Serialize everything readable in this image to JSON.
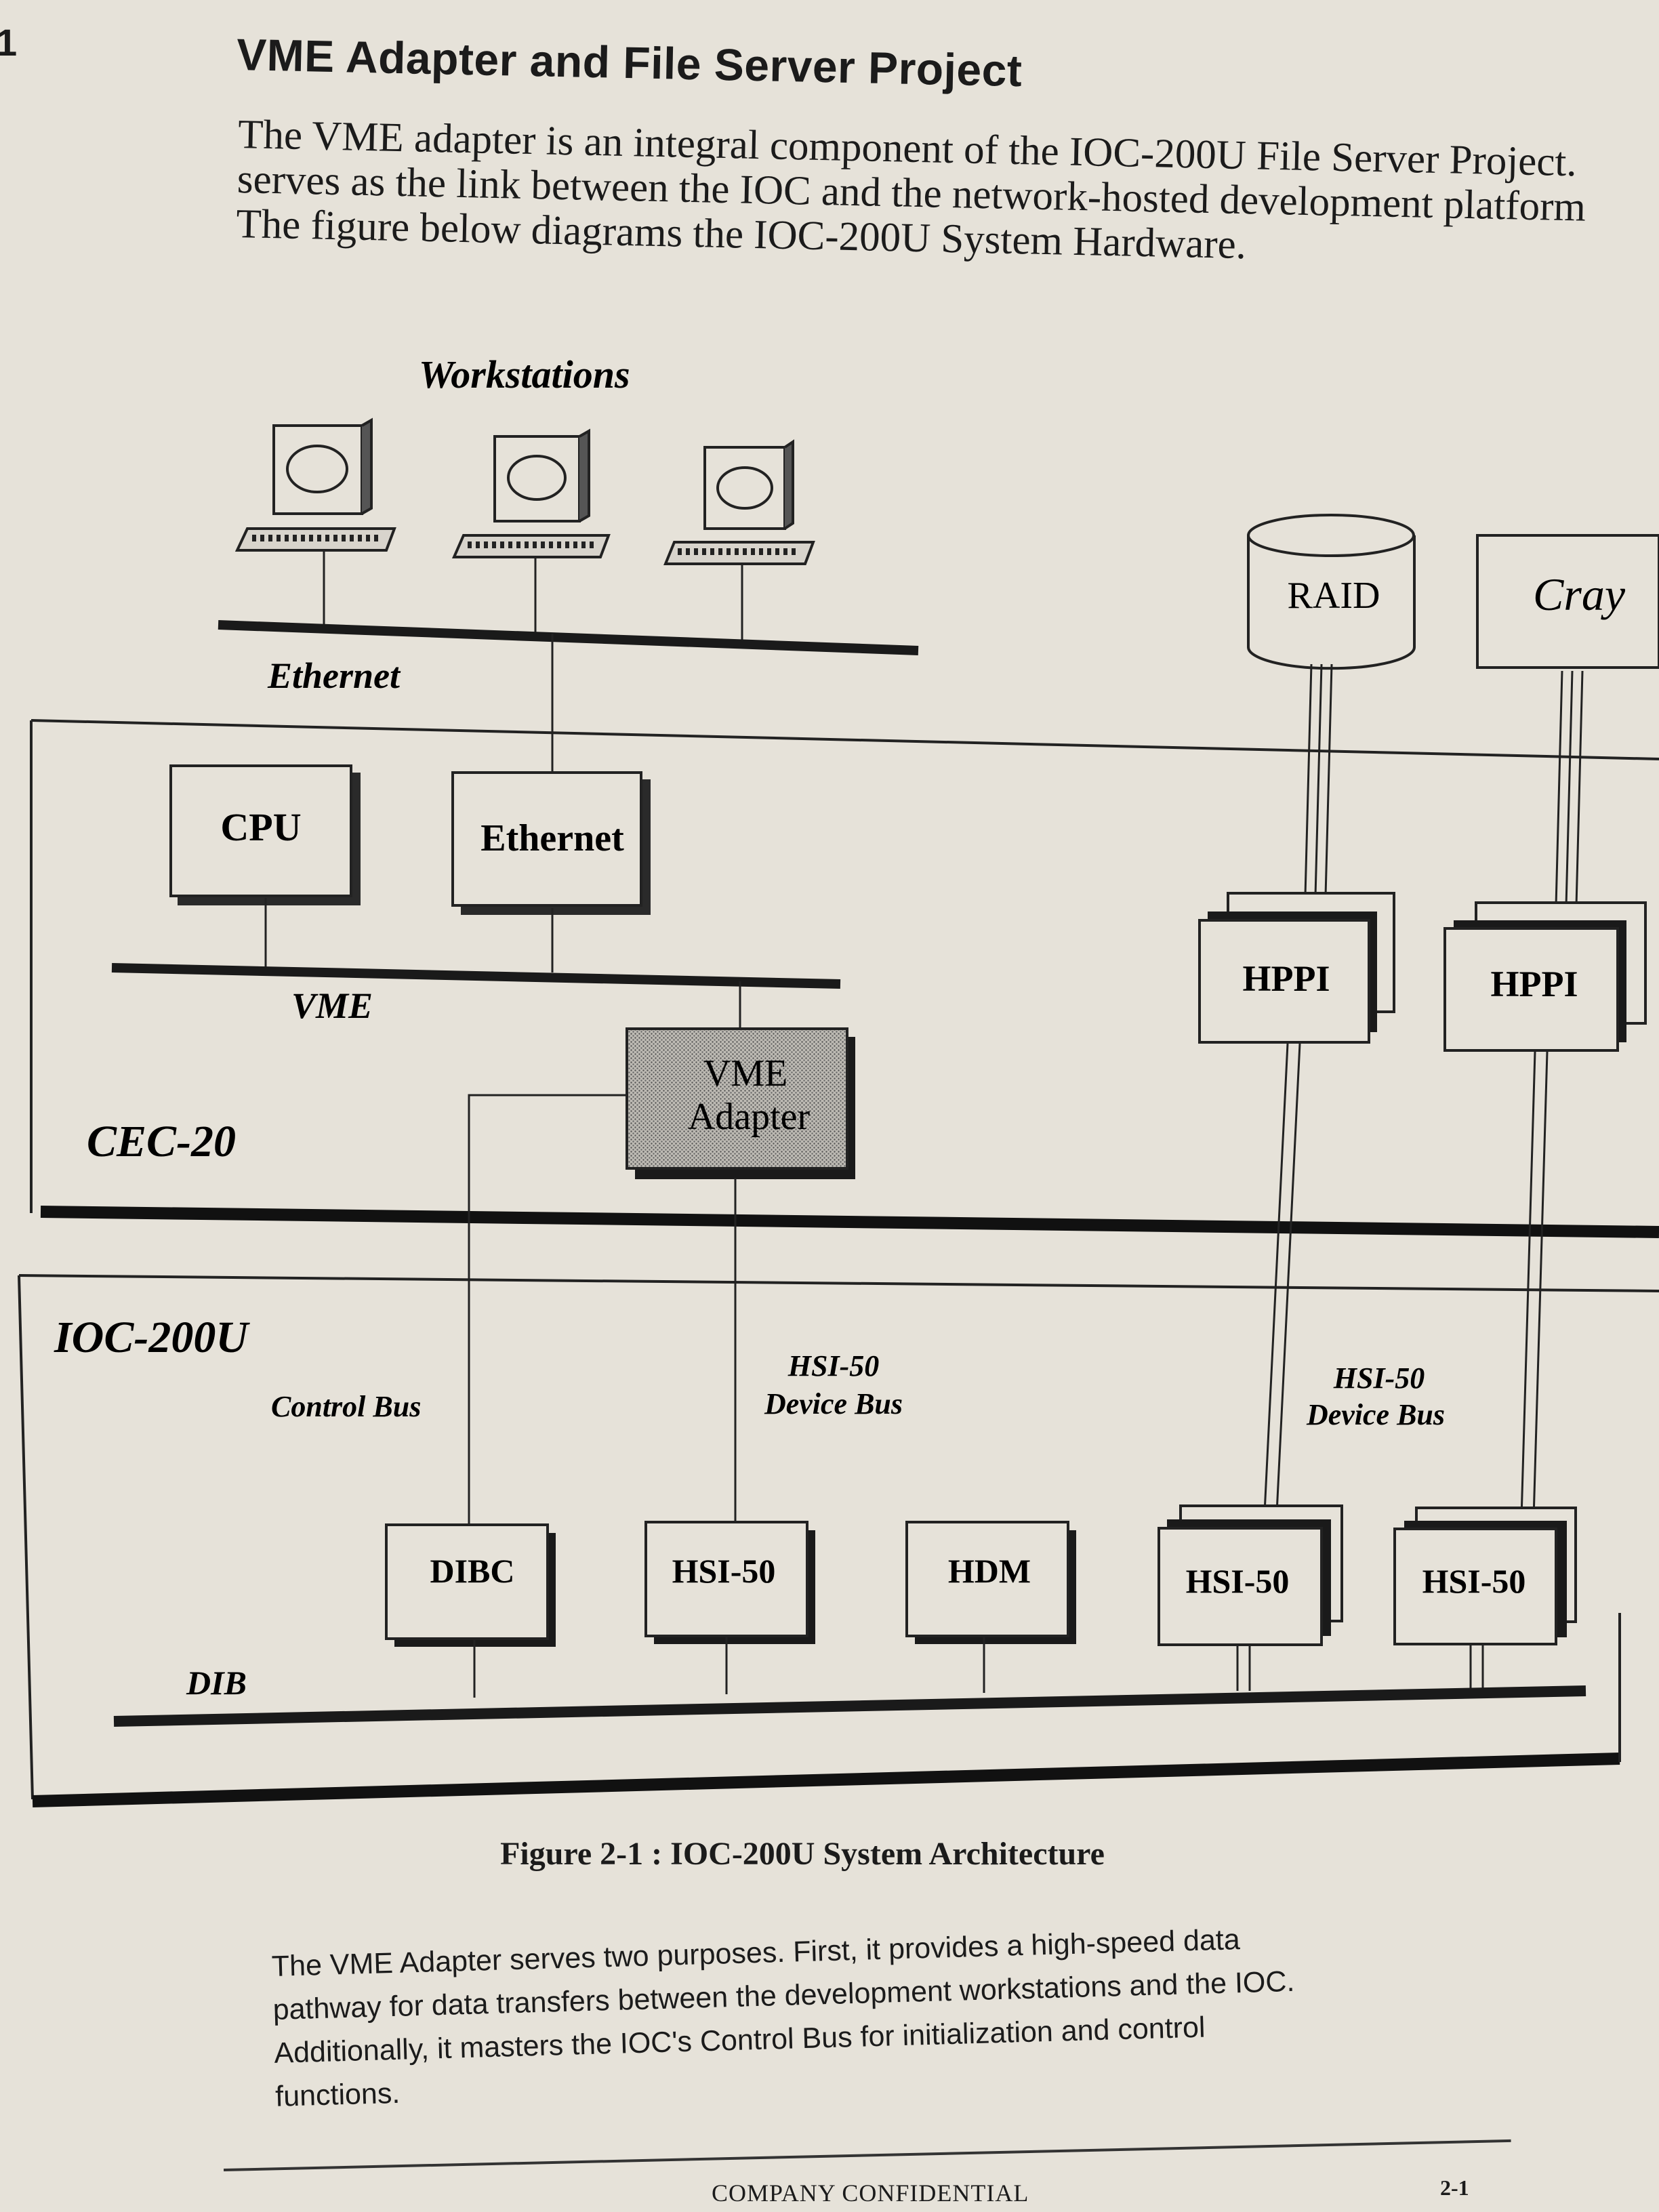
{
  "page": {
    "section_number": "1",
    "heading": "VME Adapter and File Server Project",
    "intro_lines": [
      "The VME adapter is an integral component of the IOC-200U File Server Project.",
      "serves as the link between the IOC and the network-hosted development platform",
      "The figure below diagrams the IOC-200U System Hardware."
    ],
    "figure_caption": "Figure 2-1 : IOC-200U System Architecture",
    "body_lines": [
      "The VME Adapter serves two purposes.  First, it provides a high-speed data",
      "pathway for data transfers between the development workstations and the IOC.",
      "Additionally, it masters the IOC's Control Bus for initialization and control",
      "functions."
    ],
    "footer_text": "COMPANY CONFIDENTIAL",
    "footer_page": "2-1"
  },
  "diagram": {
    "workstations_label": "Workstations",
    "ethernet_bus_label": "Ethernet",
    "cec_label": "CEC-20",
    "ioc_label": "IOC-200U",
    "vme_bus_label": "VME",
    "dib_bus_label": "DIB",
    "cpu": "CPU",
    "ethernet_board": "Ethernet",
    "vme_adapter_line1": "VME",
    "vme_adapter_line2": "Adapter",
    "raid": "RAID",
    "cray": "Cray",
    "hppi": "HPPI",
    "control_bus_label": "Control Bus",
    "hsi_device_bus_line1": "HSI-50",
    "hsi_device_bus_line2": "Device Bus",
    "dibc": "DIBC",
    "hsi50": "HSI-50",
    "hdm": "HDM"
  }
}
